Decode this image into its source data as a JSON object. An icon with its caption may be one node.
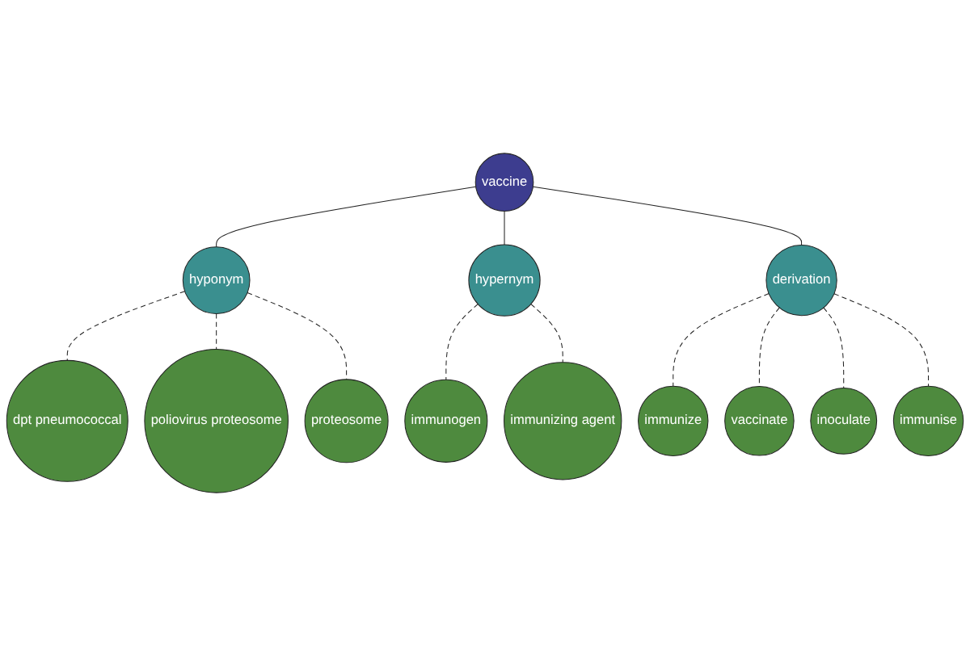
{
  "diagram": {
    "nodes": [
      {
        "text": [
          "vaccine"
        ]
      },
      {
        "text": [
          "hyponym"
        ]
      },
      {
        "text": [
          "dpt pneumococcal"
        ]
      },
      {
        "text": [
          "poliovirus proteosome"
        ]
      },
      {
        "text": [
          "proteosome"
        ]
      },
      {
        "text": [
          "hypernym"
        ]
      },
      {
        "text": [
          "immunogen"
        ]
      },
      {
        "text": [
          "immunizing agent"
        ]
      },
      {
        "text": [
          "derivation"
        ]
      },
      {
        "text": [
          "immunize"
        ]
      },
      {
        "text": [
          "vaccinate"
        ]
      },
      {
        "text": [
          "inoculate"
        ]
      },
      {
        "text": [
          "immunise"
        ]
      }
    ],
    "edges": [
      {
        "from": 0,
        "to": 1,
        "arrow": "none"
      },
      {
        "from": 1,
        "to": 2,
        "arrow": "none",
        "style": "dashed"
      },
      {
        "from": 1,
        "to": 3,
        "arrow": "none",
        "style": "dashed"
      },
      {
        "from": 1,
        "to": 4,
        "arrow": "none",
        "style": "dashed"
      },
      {
        "from": 0,
        "to": 5,
        "arrow": "none"
      },
      {
        "from": 5,
        "to": 6,
        "arrow": "none",
        "style": "dashed"
      },
      {
        "from": 5,
        "to": 7,
        "arrow": "none",
        "style": "dashed"
      },
      {
        "from": 0,
        "to": 8,
        "arrow": "none"
      },
      {
        "from": 8,
        "to": 9,
        "arrow": "none",
        "style": "dashed"
      },
      {
        "from": 8,
        "to": 10,
        "arrow": "none",
        "style": "dashed"
      },
      {
        "from": 8,
        "to": 11,
        "arrow": "none",
        "style": "dashed"
      },
      {
        "from": 8,
        "to": 12,
        "arrow": "none",
        "style": "dashed"
      }
    ]
  }
}
